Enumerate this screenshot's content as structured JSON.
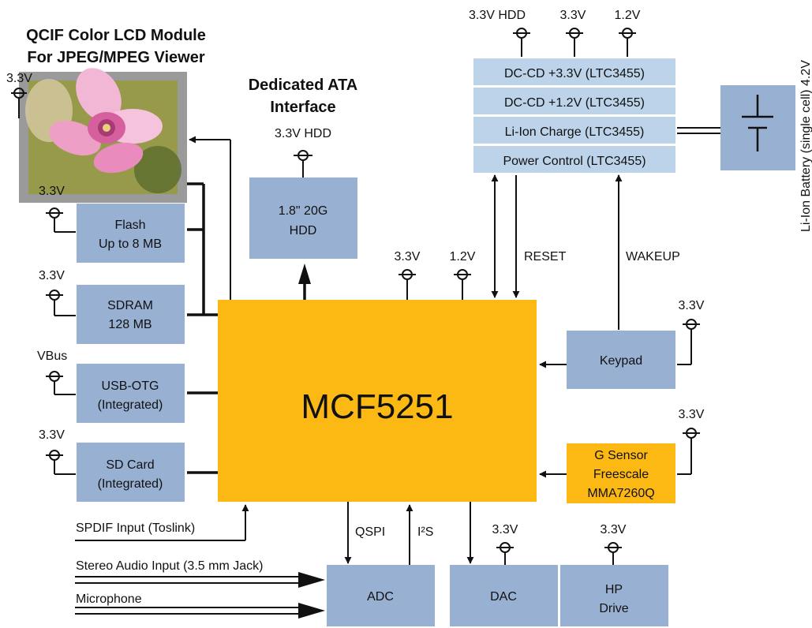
{
  "titles": {
    "lcd_line1": "QCIF Color LCD Module",
    "lcd_line2": "For JPEG/MPEG Viewer",
    "ata_line1": "Dedicated ATA",
    "ata_line2": "Interface"
  },
  "cpu_label": "MCF5251",
  "blocks": {
    "flash": [
      "Flash",
      "Up to 8 MB"
    ],
    "sdram": [
      "SDRAM",
      "128 MB"
    ],
    "usb": [
      "USB-OTG",
      "(Integrated)"
    ],
    "sd": [
      "SD Card",
      "(Integrated)"
    ],
    "hdd": [
      "1.8\" 20G",
      "HDD"
    ],
    "keypad": [
      "Keypad"
    ],
    "gsensor": [
      "G Sensor",
      "Freescale",
      "MMA7260Q"
    ],
    "adc": [
      "ADC"
    ],
    "dac": [
      "DAC"
    ],
    "hp": [
      "HP",
      "Drive"
    ]
  },
  "power_rows": [
    "DC-CD +3.3V (LTC3455)",
    "DC-CD +1.2V (LTC3455)",
    "Li-Ion Charge (LTC3455)",
    "Power Control (LTC3455)"
  ],
  "rails": {
    "v33": "3.3V",
    "v12": "1.2V",
    "v33hdd": "3.3V HDD",
    "vbus": "VBus"
  },
  "battery_label": "Li-Ion Battery (single cell) 4.2V",
  "signals": {
    "reset": "RESET",
    "wakeup": "WAKEUP",
    "qspi": "QSPI",
    "i2s": "I²S",
    "spdif": "SPDIF Input (Toslink)",
    "stereo": "Stereo Audio Input (3.5 mm Jack)",
    "mic": "Microphone"
  },
  "colors": {
    "block": "#98b0d2",
    "power_block": "#bcd3ea",
    "cpu": "#fdb913",
    "gsensor": "#fdb913"
  }
}
